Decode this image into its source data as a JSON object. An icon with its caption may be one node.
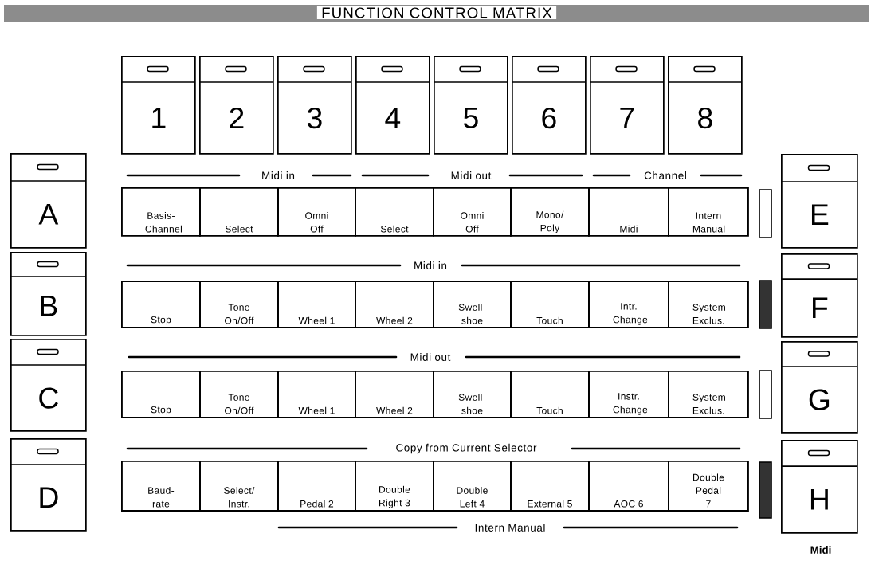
{
  "diagram": {
    "title": "FUNCTION CONTROL MATRIX",
    "nodes": [
      {
        "text": [
          "1"
        ]
      },
      {
        "text": [
          "2"
        ]
      },
      {
        "text": [
          "3"
        ]
      },
      {
        "text": [
          "4"
        ]
      },
      {
        "text": [
          "5"
        ]
      },
      {
        "text": [
          "6"
        ]
      },
      {
        "text": [
          "7"
        ]
      },
      {
        "text": [
          "8"
        ]
      },
      {
        "text": [
          "A"
        ]
      },
      {
        "text": [
          "Basis- Channel"
        ]
      },
      {
        "text": [
          "Select"
        ]
      },
      {
        "text": [
          "Omni Off"
        ]
      },
      {
        "text": [
          "Select"
        ]
      },
      {
        "text": [
          "Omni Off"
        ]
      },
      {
        "text": [
          "Mono/ Poly"
        ]
      },
      {
        "text": [
          "Midi"
        ]
      },
      {
        "text": [
          "Intern Manual"
        ]
      },
      {
        "text": [
          "E"
        ]
      },
      {
        "text": [
          "B"
        ]
      },
      {
        "text": [
          "Stop"
        ]
      },
      {
        "text": [
          "Tone On/Off"
        ]
      },
      {
        "text": [
          "Wheel 1"
        ]
      },
      {
        "text": [
          "Wheel 2"
        ]
      },
      {
        "text": [
          "Swell- shoe"
        ]
      },
      {
        "text": [
          "Touch"
        ]
      },
      {
        "text": [
          "Intr. Change"
        ]
      },
      {
        "text": [
          "System Exclus."
        ]
      },
      {
        "text": [
          "F"
        ]
      },
      {
        "text": [
          "C"
        ]
      },
      {
        "text": [
          "Stop"
        ]
      },
      {
        "text": [
          "Tone On/Off"
        ]
      },
      {
        "text": [
          "Wheel 1"
        ]
      },
      {
        "text": [
          "Wheel 2"
        ]
      },
      {
        "text": [
          "Swell- shoe"
        ]
      },
      {
        "text": [
          "Touch"
        ]
      },
      {
        "text": [
          "Instr. Change"
        ]
      },
      {
        "text": [
          "System Exclus."
        ]
      },
      {
        "text": [
          "G"
        ]
      },
      {
        "text": [
          "D"
        ]
      },
      {
        "text": [
          "Baud- rate"
        ]
      },
      {
        "text": [
          "Select/ Instr."
        ]
      },
      {
        "text": [
          "Pedal 2"
        ]
      },
      {
        "text": [
          "Double Right 3"
        ]
      },
      {
        "text": [
          "Double Left 4"
        ]
      },
      {
        "text": [
          "External 5"
        ]
      },
      {
        "text": [
          "AOC 6"
        ]
      },
      {
        "text": [
          "Double Pedal 7"
        ]
      },
      {
        "text": [
          "H"
        ]
      }
    ],
    "labels": [
      "Midi in",
      "Midi out",
      "Channel",
      "Midi in",
      "Midi out",
      "Copy from Current Selector",
      "Intern Manual",
      "Midi"
    ]
  }
}
